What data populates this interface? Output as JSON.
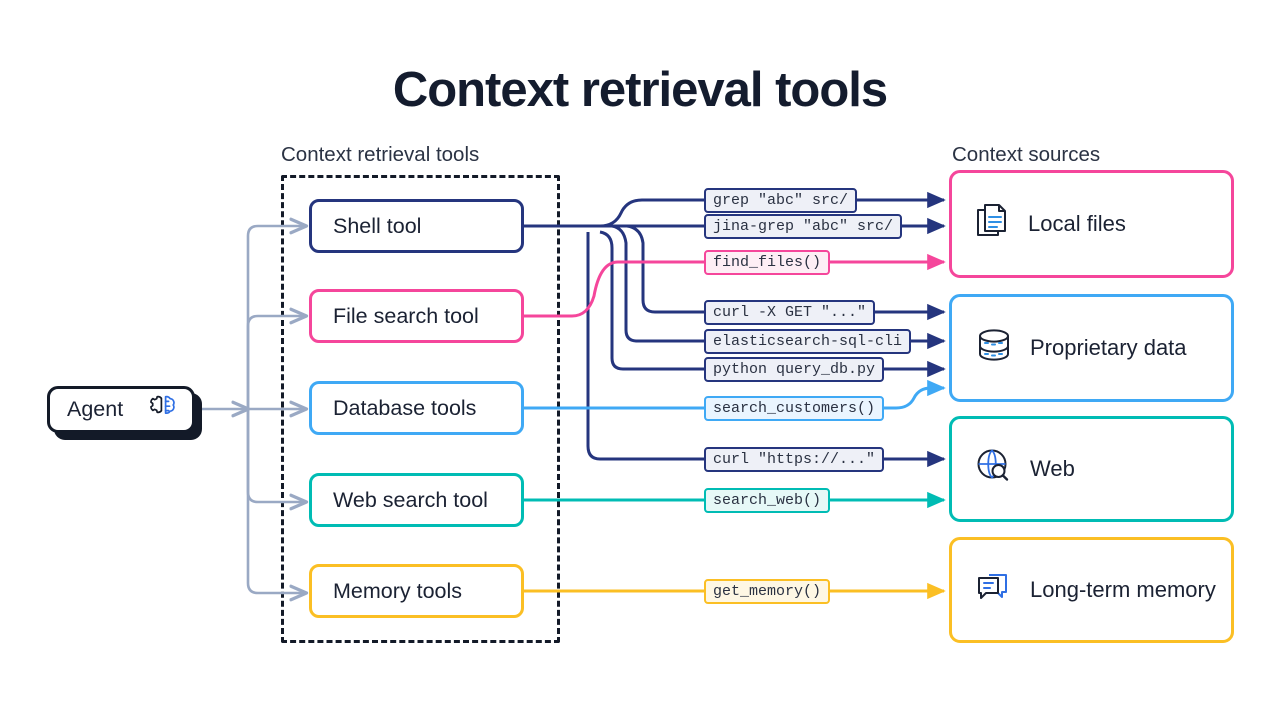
{
  "title": "Context retrieval tools",
  "labels": {
    "tools_group": "Context retrieval tools",
    "sources_group": "Context sources"
  },
  "agent": {
    "label": "Agent",
    "icon": "brain-gear-icon"
  },
  "colors": {
    "navy": "#25357e",
    "pink": "#f5469b",
    "blue": "#3fa9f5",
    "teal": "#00bcb4",
    "amber": "#fbbf24",
    "dark": "#131a28",
    "agent_wire": "#9aa9c4"
  },
  "tools": [
    {
      "label": "Shell tool",
      "color": "#25357e",
      "name": "shell-tool"
    },
    {
      "label": "File search tool",
      "color": "#f5469b",
      "name": "file-search-tool"
    },
    {
      "label": "Database tools",
      "color": "#3fa9f5",
      "name": "database-tools"
    },
    {
      "label": "Web search tool",
      "color": "#00bcb4",
      "name": "web-search-tool"
    },
    {
      "label": "Memory tools",
      "color": "#fbbf24",
      "name": "memory-tools"
    }
  ],
  "commands": [
    {
      "text": "grep \"abc\" src/",
      "color": "#25357e",
      "bg": "#eef0f7",
      "name": "cmd-grep"
    },
    {
      "text": "jina-grep \"abc\" src/",
      "color": "#25357e",
      "bg": "#eef0f7",
      "name": "cmd-jina-grep"
    },
    {
      "text": "find_files()",
      "color": "#f5469b",
      "bg": "#fdeef5",
      "name": "cmd-find-files"
    },
    {
      "text": "curl -X GET \"...\"",
      "color": "#25357e",
      "bg": "#eef0f7",
      "name": "cmd-curl-get"
    },
    {
      "text": "elasticsearch-sql-cli",
      "color": "#25357e",
      "bg": "#eef0f7",
      "name": "cmd-elasticsearch"
    },
    {
      "text": "python query_db.py",
      "color": "#25357e",
      "bg": "#eef0f7",
      "name": "cmd-python-query-db"
    },
    {
      "text": "search_customers()",
      "color": "#3fa9f5",
      "bg": "#eaf5ff",
      "name": "cmd-search-customers"
    },
    {
      "text": "curl \"https://...\"",
      "color": "#25357e",
      "bg": "#eef0f7",
      "name": "cmd-curl-https"
    },
    {
      "text": "search_web()",
      "color": "#00bcb4",
      "bg": "#e6f8f7",
      "name": "cmd-search-web"
    },
    {
      "text": "get_memory()",
      "color": "#fbbf24",
      "bg": "#fef7e4",
      "name": "cmd-get-memory"
    }
  ],
  "sources": [
    {
      "label": "Local files",
      "color": "#f5469b",
      "icon": "documents-icon",
      "name": "source-local-files"
    },
    {
      "label": "Proprietary data",
      "color": "#3fa9f5",
      "icon": "database-icon",
      "name": "source-proprietary-data"
    },
    {
      "label": "Web",
      "color": "#00bcb4",
      "icon": "globe-search-icon",
      "name": "source-web"
    },
    {
      "label": "Long-term memory",
      "color": "#fbbf24",
      "icon": "chat-memory-icon",
      "name": "source-long-term-memory"
    }
  ]
}
